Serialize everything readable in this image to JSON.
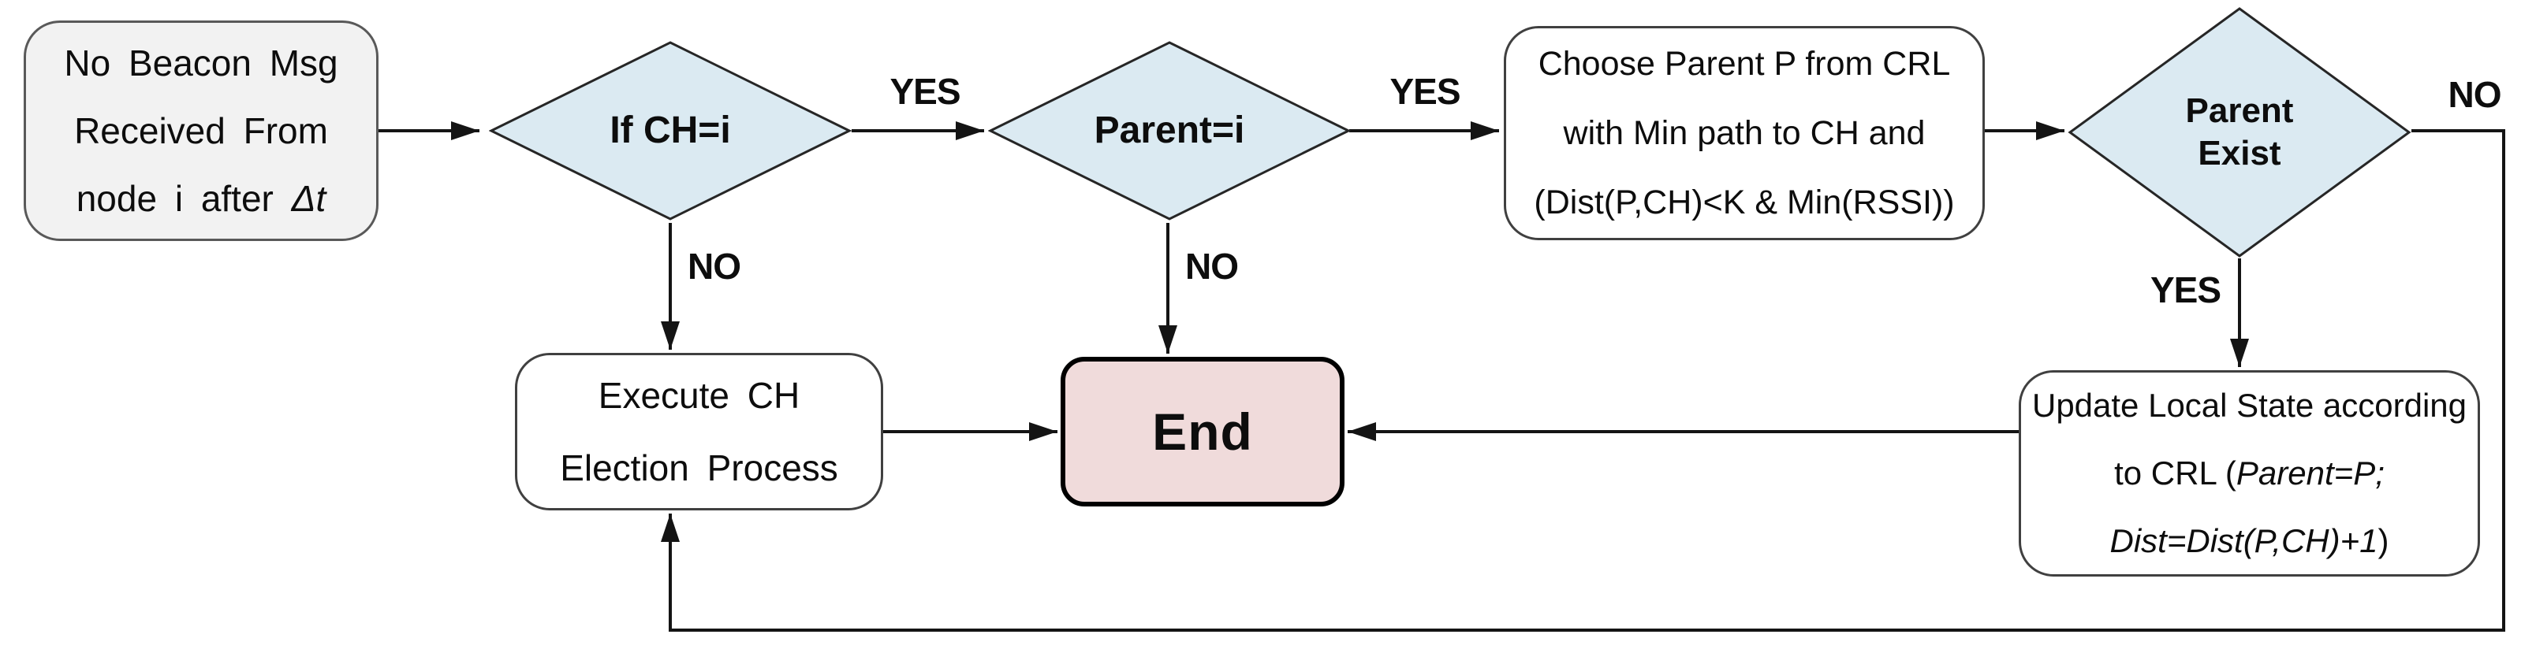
{
  "nodes": {
    "start": {
      "line1": "No Beacon Msg",
      "line2": "Received From",
      "line3_normal": "node i after ",
      "line3_italic": "Δt"
    },
    "decision_ch": {
      "label": "If CH=i"
    },
    "decision_parent": {
      "label": "Parent=i"
    },
    "choose_parent": {
      "line1": "Choose Parent P from CRL",
      "line2": "with Min path to CH and",
      "line3": "(Dist(P,CH)<K & Min(RSSI))"
    },
    "decision_parent_exist": {
      "line1": "Parent",
      "line2": "Exist"
    },
    "execute_election": {
      "line1": "Execute CH",
      "line2": "Election Process"
    },
    "end": {
      "label": "End"
    },
    "update_state": {
      "line1": "Update Local State according",
      "line2_normal": "to CRL (",
      "line2_italic": "Parent=P;",
      "line3_italic": "Dist=Dist(P,CH)+1",
      "line3_normal": ")"
    }
  },
  "edge_labels": {
    "yes1": "YES",
    "no1": "NO",
    "yes2": "YES",
    "no2": "NO",
    "no3": "NO",
    "yes3": "YES"
  },
  "colors": {
    "decision_fill": "#dbeaf2",
    "decision_stroke": "#262626",
    "start_fill": "#f2f2f2",
    "process_fill": "#ffffff",
    "end_fill": "#f0dbdb",
    "line": "#141414"
  }
}
